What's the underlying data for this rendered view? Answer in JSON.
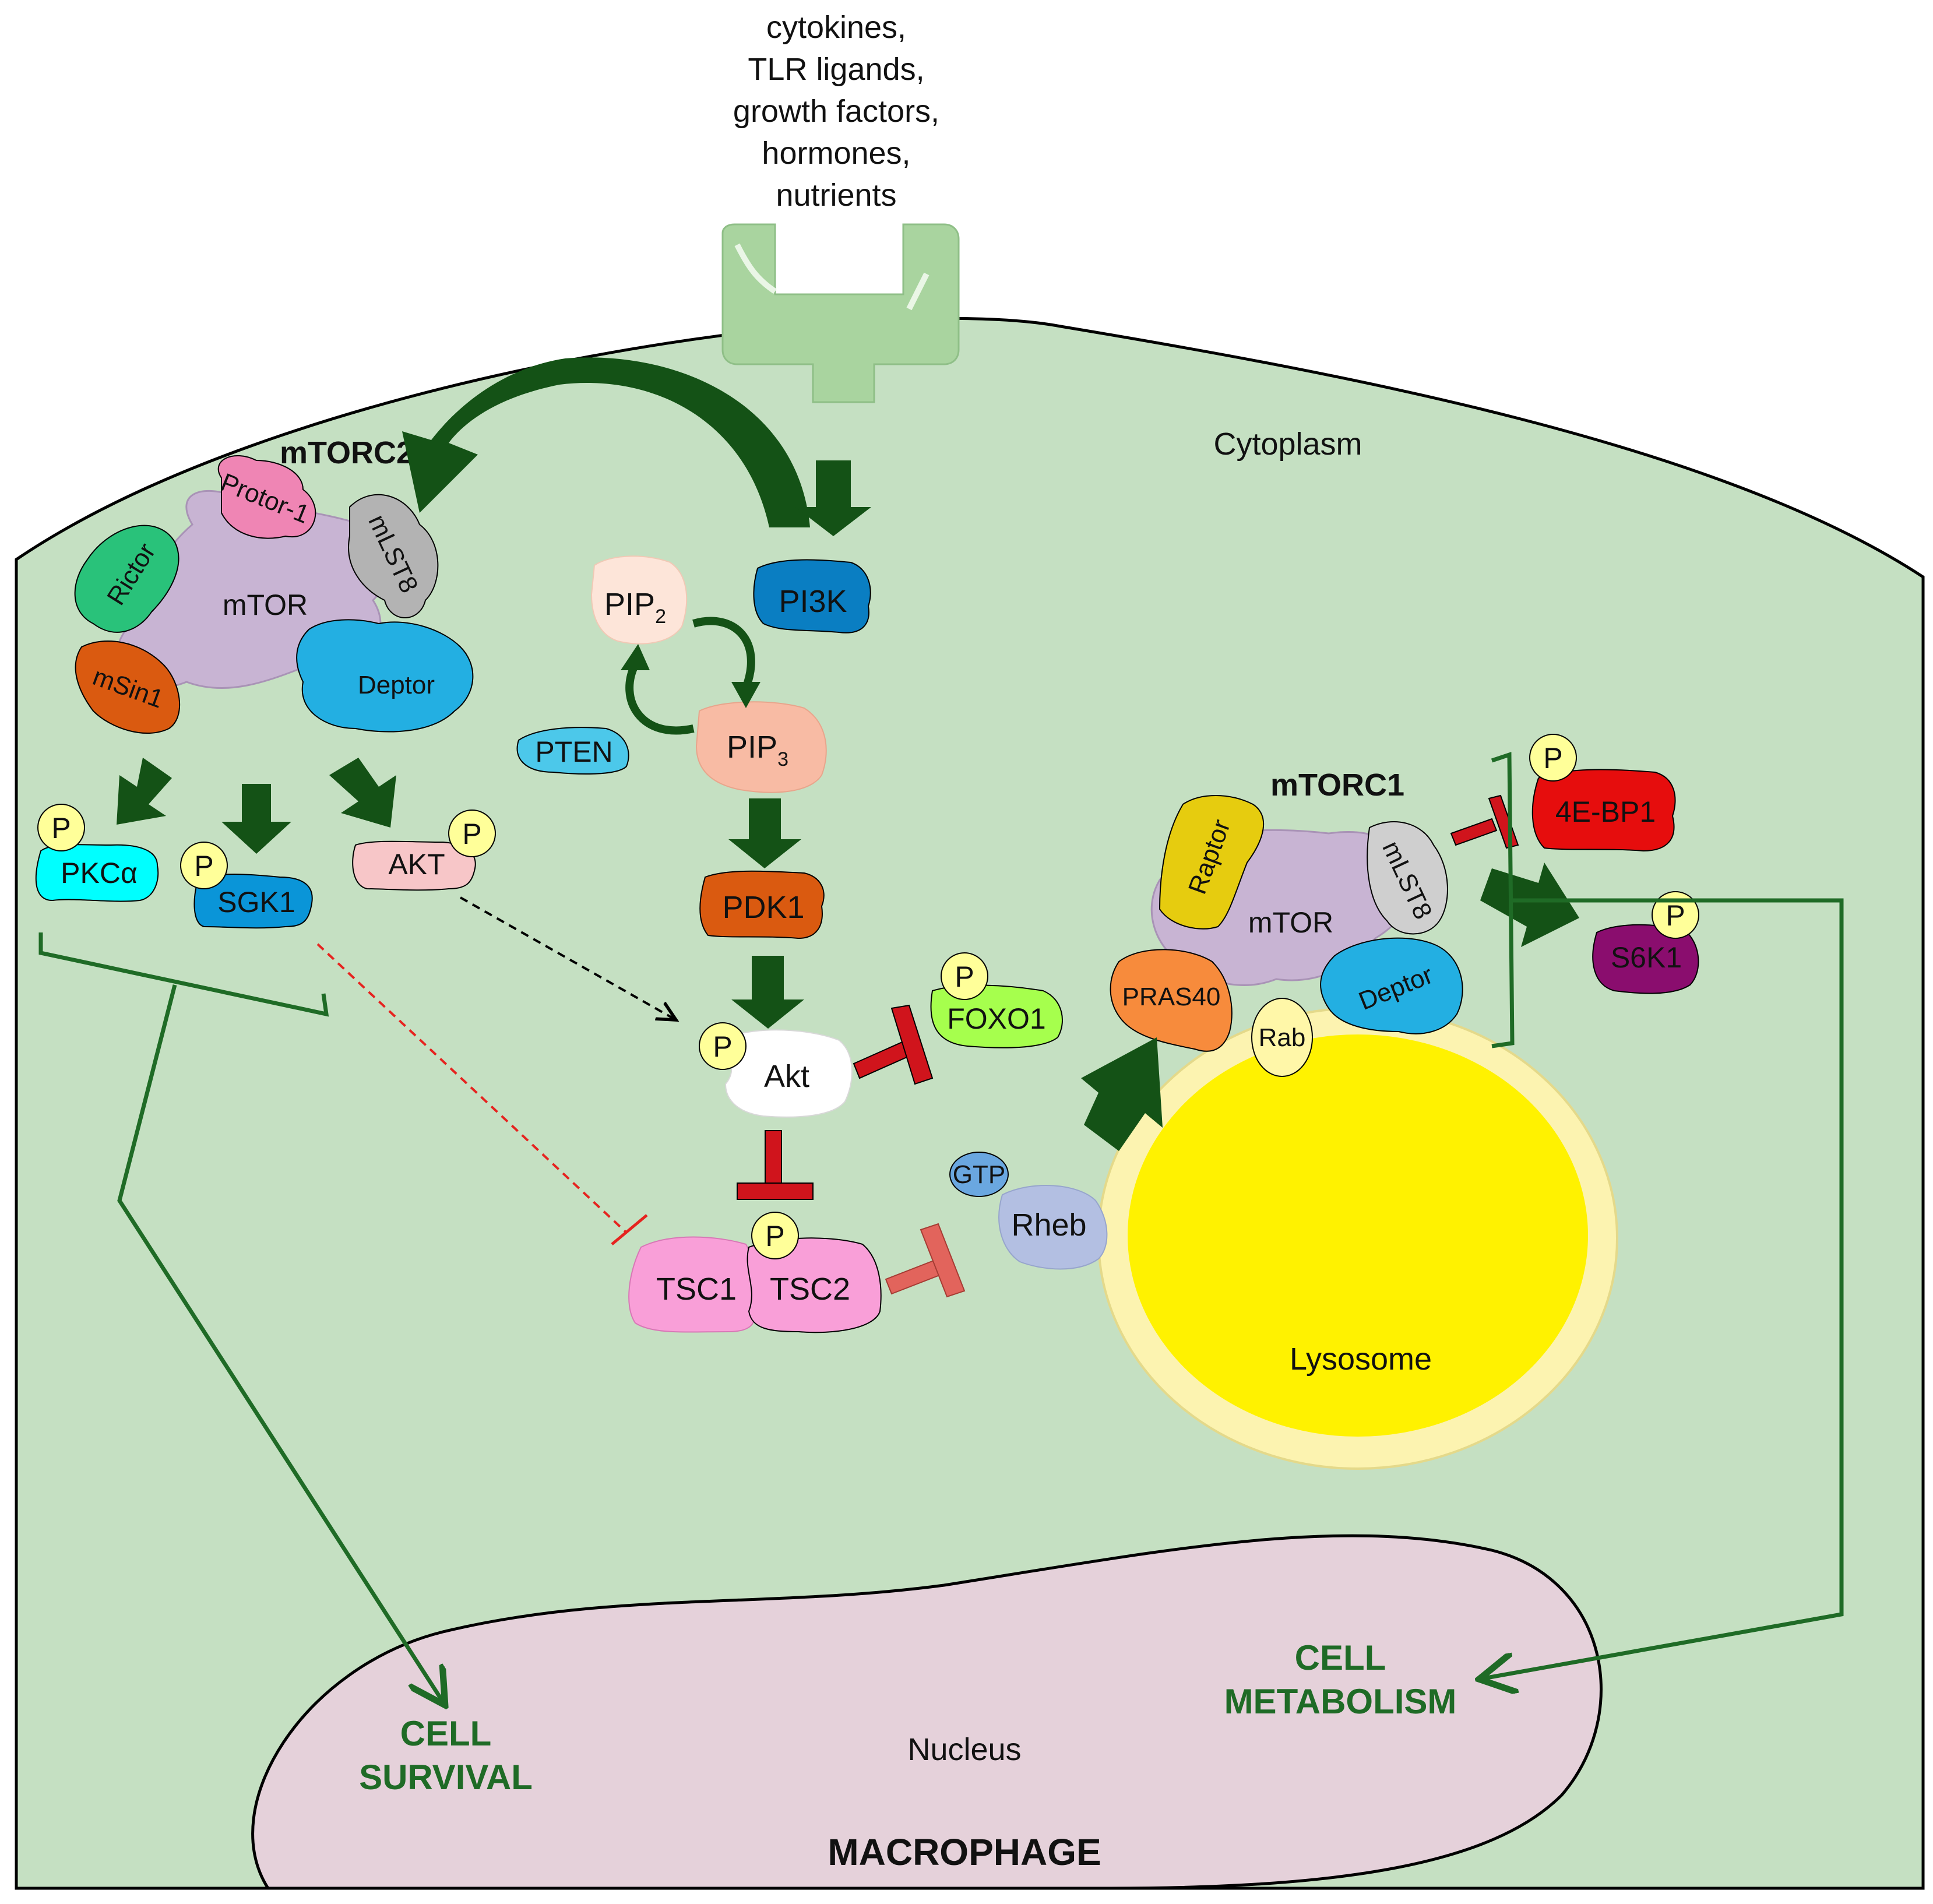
{
  "stimuli": {
    "line1": "cytokines,",
    "line2": "TLR ligands,",
    "line3": "growth factors,",
    "line4": "hormones,",
    "line5": "nutrients"
  },
  "compartments": {
    "cytoplasm": "Cytoplasm",
    "nucleus": "Nucleus",
    "lysosome": "Lysosome",
    "cell_type": "MACROPHAGE"
  },
  "mtorc2": {
    "title": "mTORC2",
    "core": "mTOR",
    "protor": "Protor-1",
    "mlst8": "mLST8",
    "rictor": "Rictor",
    "msin1": "mSin1",
    "deptor": "Deptor"
  },
  "mtorc1": {
    "title": "mTORC1",
    "core": "mTOR",
    "raptor": "Raptor",
    "mlst8": "mLST8",
    "pras40": "PRAS40",
    "deptor": "Deptor",
    "rab": "Rab"
  },
  "pathway": {
    "pi3k": "PI3K",
    "pip2_base": "PIP",
    "pip2_sub": "2",
    "pip3_base": "PIP",
    "pip3_sub": "3",
    "pten": "PTEN",
    "pdk1": "PDK1",
    "akt_center": "Akt",
    "foxo1": "FOXO1",
    "tsc1": "TSC1",
    "tsc2": "TSC2",
    "rheb": "Rheb",
    "gtp": "GTP"
  },
  "mtorc2_targets": {
    "pkca": "PKCα",
    "sgk1": "SGK1",
    "akt": "AKT"
  },
  "mtorc1_targets": {
    "eif4ebp1": "4E-BP1",
    "s6k1": "S6K1"
  },
  "phospho_label": "P",
  "outcomes": {
    "survival_line1": "CELL",
    "survival_line2": "SURVIVAL",
    "metabolism_line1": "CELL",
    "metabolism_line2": "METABOLISM"
  },
  "colors": {
    "cytoplasm": "#c5e0c2",
    "nucleus": "#e5d1da",
    "lysosome_outer": "#fcf3b0",
    "lysosome_inner": "#fff200",
    "activation_arrow": "#145216",
    "inhibition": "#d0141c",
    "outcome_green": "#1f6b26"
  }
}
